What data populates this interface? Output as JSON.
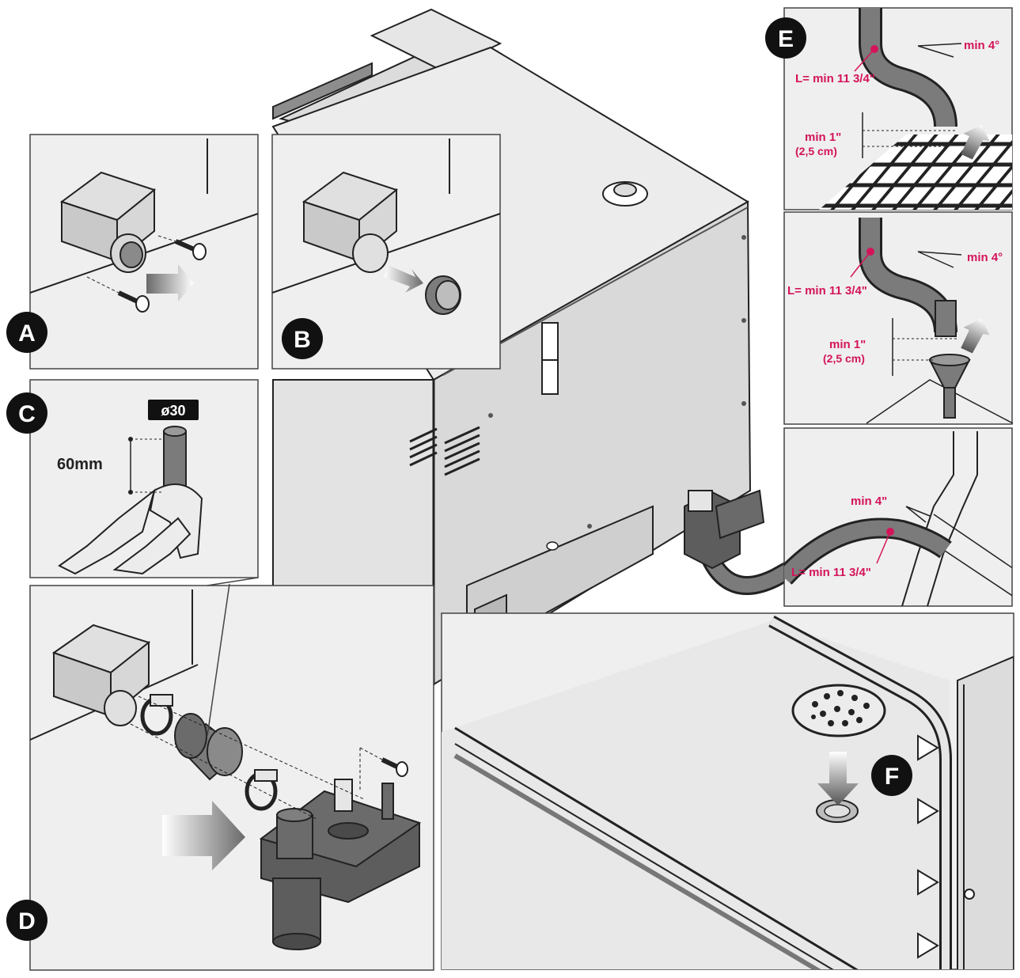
{
  "colors": {
    "accent": "#d4145a",
    "line": "#222222",
    "panel_bg": "#efefef",
    "metal": "#e9e9e9",
    "metal_dark": "#bdbdbd",
    "hose": "#7b7b7b",
    "part_dark": "#5d5d5d"
  },
  "steps": {
    "a": "A",
    "b": "B",
    "c": "C",
    "d": "D",
    "e": "E",
    "f": "F"
  },
  "panel_c": {
    "diameter": "ø30",
    "length": "60mm"
  },
  "panel_e": {
    "top": {
      "slope": "min 4°",
      "hose_length": "L= min 11 3/4\"",
      "gap": "min 1\"",
      "gap_metric": "(2,5 cm)"
    },
    "middle": {
      "slope": "min 4°",
      "hose_length": "L= min 11 3/4\"",
      "gap": "min 1\"",
      "gap_metric": "(2,5 cm)"
    },
    "bottom": {
      "slope": "min 4\"",
      "hose_length": "L= min 11 3/4\""
    }
  },
  "icons": [
    "arrow-icon",
    "screw-icon",
    "hose-clamp-icon",
    "drain-filter-icon",
    "funnel-icon"
  ]
}
